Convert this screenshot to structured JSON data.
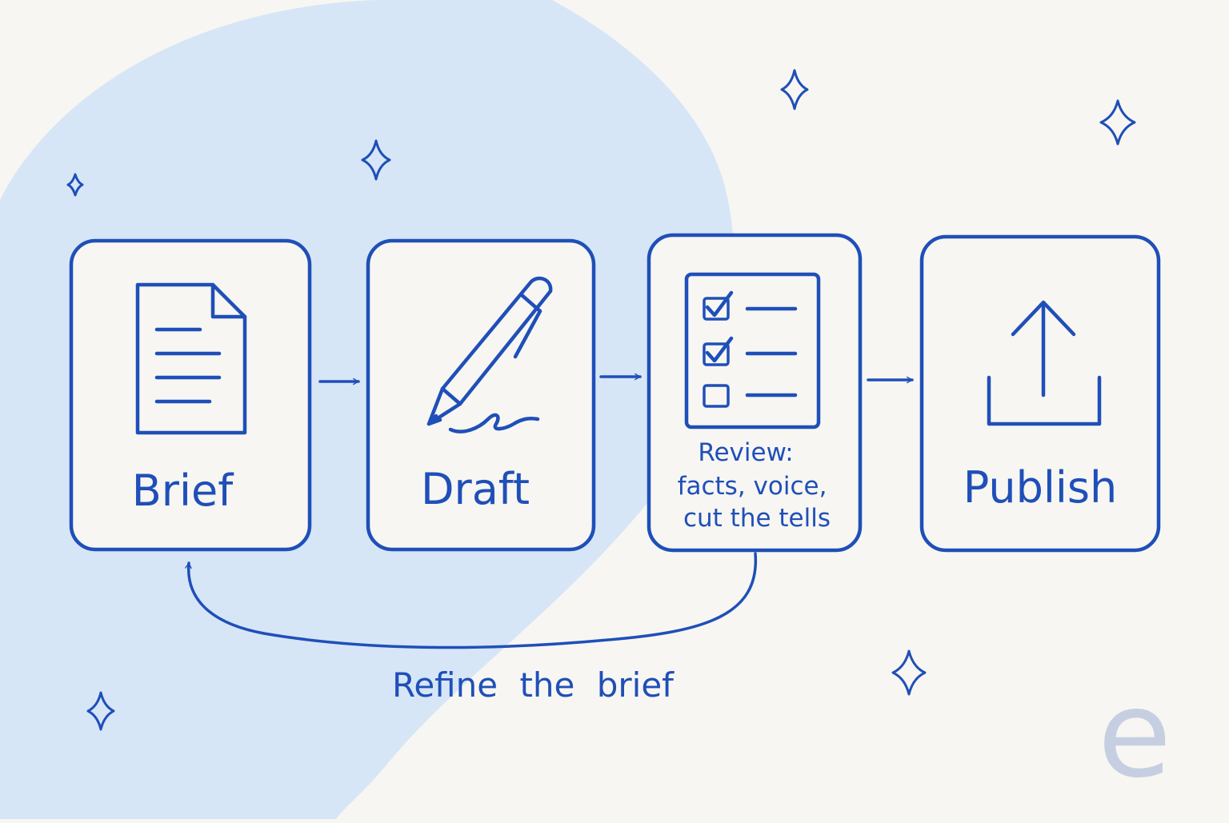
{
  "colors": {
    "ink": "#1f4fb8",
    "background": "#f7f6f2",
    "blob": "#d6e6f6",
    "logo": "#c6cfe2"
  },
  "steps": [
    {
      "label": "Brief",
      "icon": "document-icon"
    },
    {
      "label": "Draft",
      "icon": "pen-icon"
    },
    {
      "label_lines": [
        "Review:",
        "facts, voice,",
        "cut the tells"
      ],
      "icon": "checklist-icon"
    },
    {
      "label": "Publish",
      "icon": "upload-icon"
    }
  ],
  "feedback_loop": {
    "label": "Refine the brief",
    "from": "Review",
    "to": "Brief"
  },
  "logo": {
    "letter": "e"
  }
}
